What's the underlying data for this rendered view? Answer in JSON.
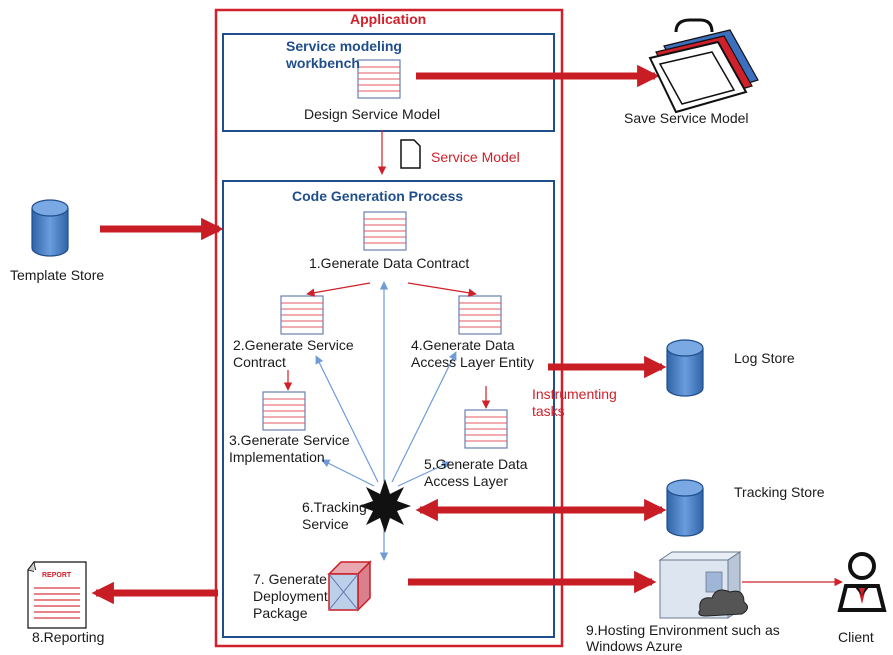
{
  "application": {
    "title": "Application"
  },
  "workbench": {
    "title_line1": "Service modeling",
    "title_line2": "workbench",
    "step": "Design Service Model"
  },
  "service_model_label": "Service Model",
  "save_label": "Save Service Model",
  "codegen": {
    "title": "Code Generation Process",
    "step1": "1.Generate  Data Contract",
    "step2_line1": "2.Generate  Service",
    "step2_line2": "Contract",
    "step3_line1": "3.Generate  Service",
    "step3_line2": "Implementation",
    "step4_line1": "4.Generate  Data",
    "step4_line2": "Access Layer Entity",
    "step5_line1": "5.Generate  Data",
    "step5_line2": "Access Layer",
    "step6_line1": "6.Tracking",
    "step6_line2": "Service",
    "step7_line1": "7.  Generate",
    "step7_line2": "Deployment",
    "step7_line3": "Package"
  },
  "stores": {
    "template": "Template Store",
    "log": "Log Store",
    "tracking": "Tracking Store"
  },
  "instrumenting": {
    "line1": "Instrumenting",
    "line2": "tasks"
  },
  "reporting": {
    "label": "8.Reporting",
    "doc_title": "REPORT"
  },
  "hosting": {
    "line1": "9.Hosting Environment  such as",
    "line2": "Windows Azure"
  },
  "client": {
    "label": "Client"
  },
  "colors": {
    "red": "#d0202a",
    "blue": "#1f4e8c",
    "cylinder": "#4a7fc1",
    "light_blue_line": "#8fb3e0"
  }
}
